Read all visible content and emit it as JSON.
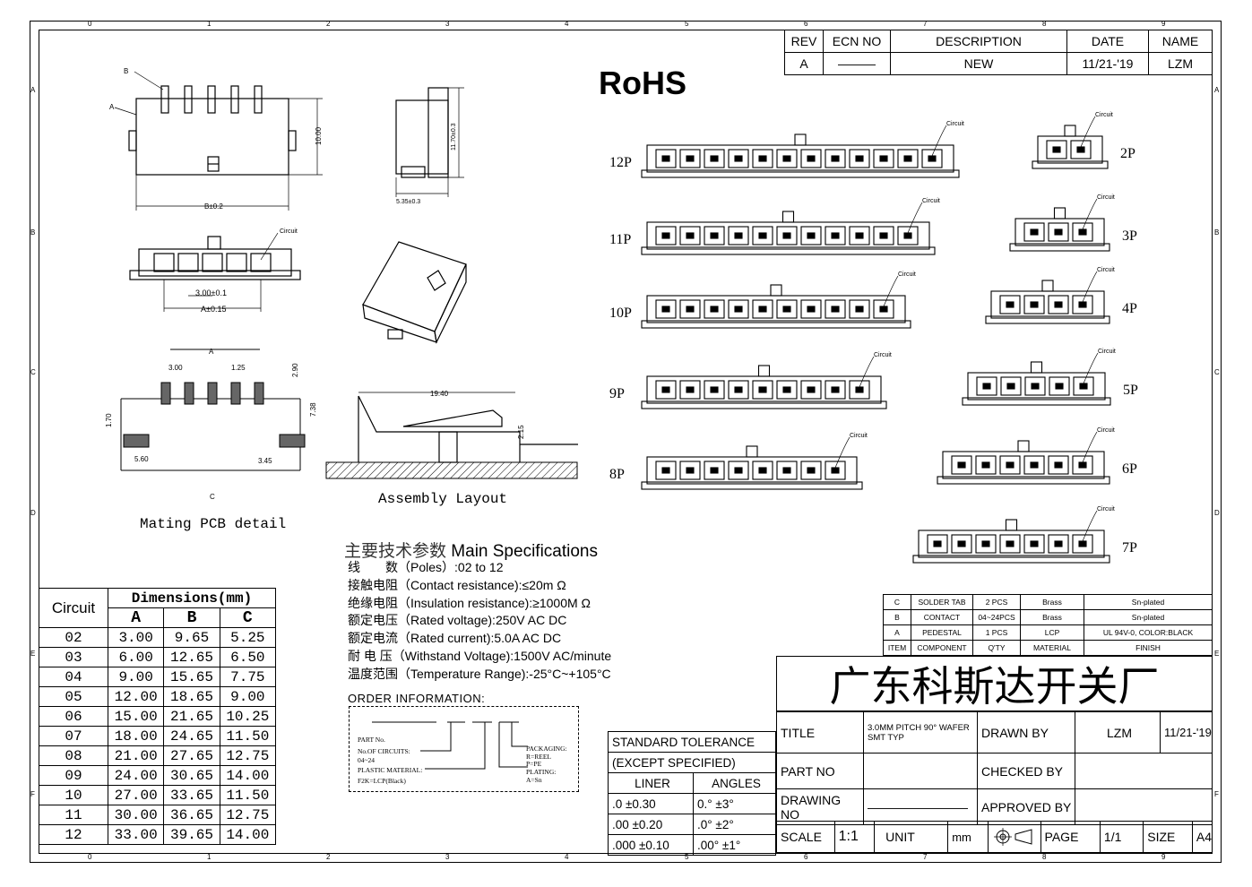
{
  "zones": {
    "cols": [
      "0",
      "1",
      "2",
      "3",
      "4",
      "5",
      "6",
      "7",
      "8",
      "9"
    ],
    "rows": [
      "A",
      "B",
      "C",
      "D",
      "E",
      "F"
    ]
  },
  "revision": {
    "headers": [
      "REV",
      "ECN NO",
      "DESCRIPTION",
      "DATE",
      "NAME"
    ],
    "row": [
      "A",
      "———",
      "NEW",
      "11/21-'19",
      "LZM"
    ]
  },
  "rohs": "RoHS",
  "views": {
    "label_b": "B",
    "label_a": "A",
    "dim_b": "B±0.2",
    "dim_height": "10.00",
    "dim_side_w": "5.35±0.3",
    "dim_side_h": "11.70±0.3",
    "circuit": "Circuit",
    "pitch": "3.00±0.1",
    "dim_a": "A±0.15"
  },
  "pcb": {
    "title": "Mating PCB detail",
    "dims": [
      "A",
      "3.00",
      "1.25",
      "2.90",
      "7.38",
      "1.70",
      "5.60",
      "3.45",
      "C"
    ]
  },
  "assembly": {
    "title": "Assembly Layout",
    "dims": [
      "19.40",
      "2.15"
    ]
  },
  "variants": [
    "12P",
    "11P",
    "10P",
    "9P",
    "8P",
    "2P",
    "3P",
    "4P",
    "5P",
    "6P",
    "7P"
  ],
  "dimensions_table": {
    "circuit_header": "Circuit",
    "group_header": "Dimensions(mm)",
    "cols": [
      "A",
      "B",
      "C"
    ],
    "rows": [
      [
        "02",
        "3.00",
        "9.65",
        "5.25"
      ],
      [
        "03",
        "6.00",
        "12.65",
        "6.50"
      ],
      [
        "04",
        "9.00",
        "15.65",
        "7.75"
      ],
      [
        "05",
        "12.00",
        "18.65",
        "9.00"
      ],
      [
        "06",
        "15.00",
        "21.65",
        "10.25"
      ],
      [
        "07",
        "18.00",
        "24.65",
        "11.50"
      ],
      [
        "08",
        "21.00",
        "27.65",
        "12.75"
      ],
      [
        "09",
        "24.00",
        "30.65",
        "14.00"
      ],
      [
        "10",
        "27.00",
        "33.65",
        "11.50"
      ],
      [
        "11",
        "30.00",
        "36.65",
        "12.75"
      ],
      [
        "12",
        "33.00",
        "39.65",
        "14.00"
      ]
    ]
  },
  "specs": {
    "title_cn": "主要技术参数",
    "title_en": "Main Specifications",
    "lines": [
      "线　　数（Poles）:02 to 12",
      "接触电阻（Contact resistance):≤20m Ω",
      "绝缘电阻（Insulation resistance):≥1000M Ω",
      "额定电压（Rated voltage):250V AC DC",
      "额定电流（Rated current):5.0A AC DC",
      "耐 电 压（Withstand Voltage):1500V AC/minute",
      "温度范围（Temperature Range):-25°C~+105°C"
    ]
  },
  "order": {
    "title": "ORDER INFORMATION:",
    "left": [
      "PART No.",
      "No.OF CIRCUITS:",
      "04~24",
      "PLASTIC MATERIAL:",
      "F2K=LCP(Black)"
    ],
    "right": [
      "PACKAGING:",
      "R=REEL",
      "P=PE",
      "PLATING:",
      "A=Sn"
    ]
  },
  "bom": {
    "rows": [
      [
        "C",
        "SOLDER TAB",
        "2 PCS",
        "Brass",
        "Sn-plated"
      ],
      [
        "B",
        "CONTACT",
        "04~24PCS",
        "Brass",
        "Sn-plated"
      ],
      [
        "A",
        "PEDESTAL",
        "1 PCS",
        "LCP",
        "UL 94V-0, COLOR:BLACK"
      ],
      [
        "ITEM",
        "COMPONENT",
        "Q'TY",
        "MATERIAL",
        "FINISH"
      ]
    ]
  },
  "company": "广东科斯达开关厂",
  "tolerance": {
    "title1": "STANDARD TOLERANCE",
    "title2": "(EXCEPT  SPECIFIED)",
    "headers": [
      "LINER",
      "ANGLES"
    ],
    "rows": [
      [
        ".0  ±0.30",
        "0.°  ±3°"
      ],
      [
        ".00  ±0.20",
        ".0°  ±2°"
      ],
      [
        ".000 ±0.10",
        ".00° ±1°"
      ]
    ]
  },
  "titleblock": {
    "title_label": "TITLE",
    "title_value": "3.0MM PITCH 90° WAFER SMT TYP",
    "drawn_label": "DRAWN BY",
    "drawn_value": "LZM",
    "drawn_date": "11/21-'19",
    "part_label": "PART NO",
    "checked_label": "CHECKED BY",
    "drawing_label": "DRAWING NO",
    "drawing_value": "————————",
    "approved_label": "APPROVED BY",
    "scale_label": "SCALE",
    "scale_value": "1:1",
    "unit_label": "UNIT",
    "unit_value": "mm",
    "page_label": "PAGE",
    "page_value": "1/1",
    "size_label": "SIZE",
    "size_value": "A4"
  }
}
